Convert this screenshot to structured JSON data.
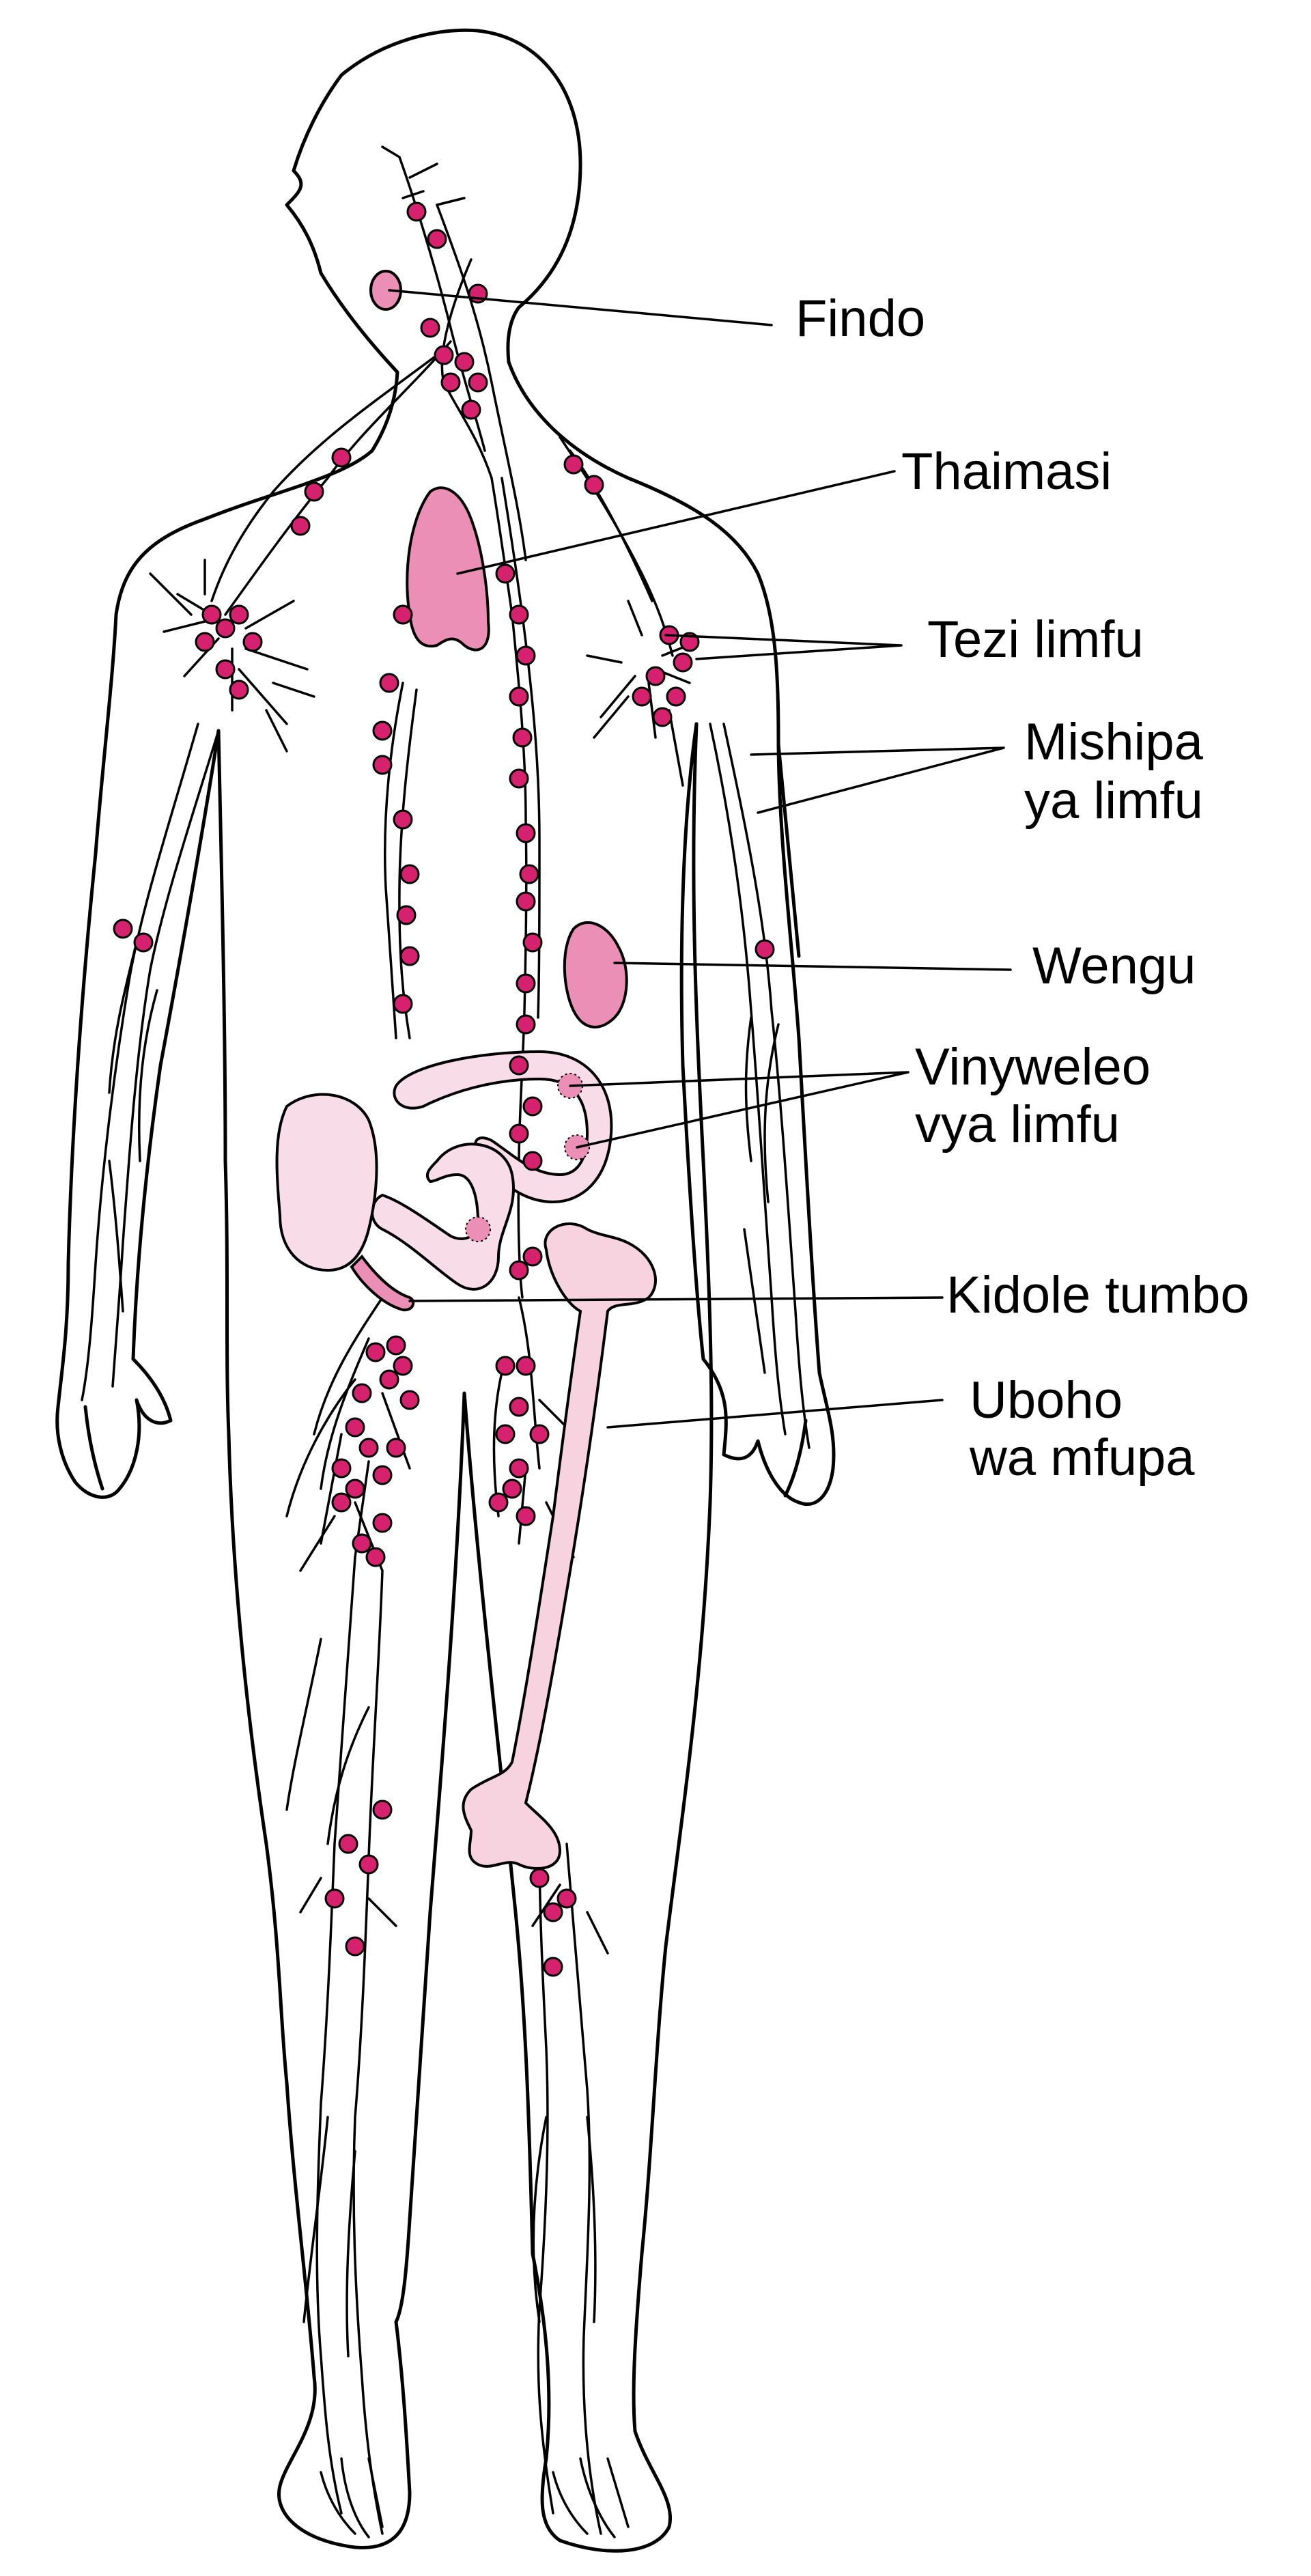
{
  "colors": {
    "node": "#d6216f",
    "organ_dark": "#ec8fb6",
    "organ_light": "#f8dde8",
    "bone": "#f7d3e0",
    "outline": "#000000",
    "background": "#ffffff"
  },
  "labels": {
    "findo": "Findo",
    "thaimasi": "Thaimasi",
    "tezi_limfu": "Tezi limfu",
    "mishipa_ya_limfu_1": "Mishipa",
    "mishipa_ya_limfu_2": "ya limfu",
    "wengu": "Wengu",
    "vinyweleo_1": "Vinyweleo",
    "vinyweleo_2": "vya limfu",
    "kidole_tumbo": "Kidole tumbo",
    "uboho_1": "Uboho",
    "uboho_2": "wa mfupa"
  }
}
